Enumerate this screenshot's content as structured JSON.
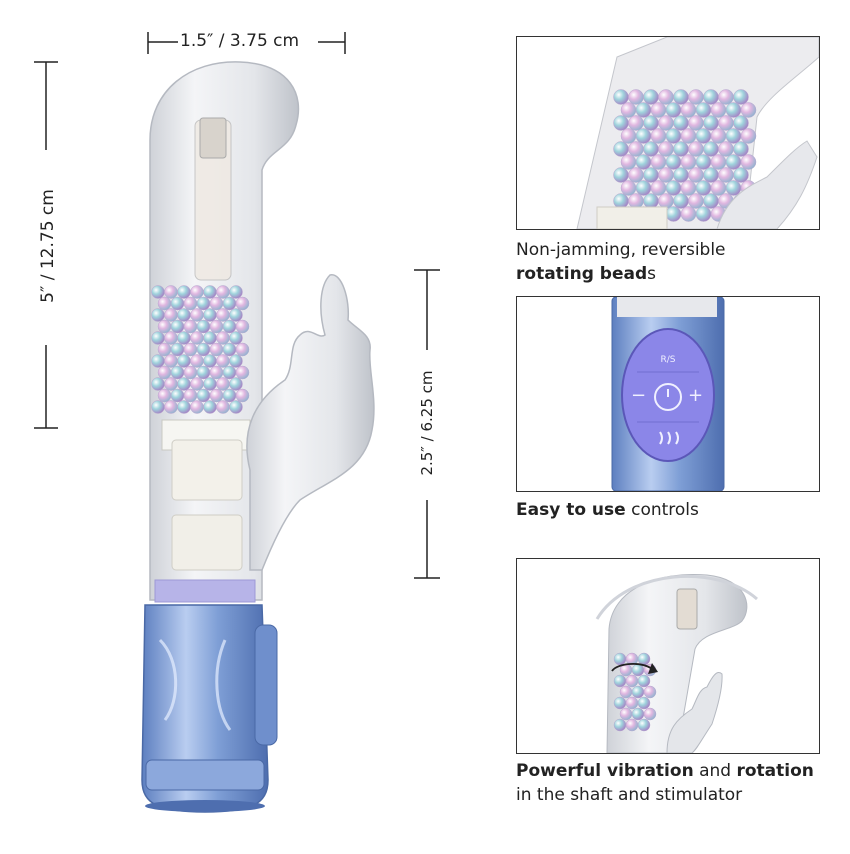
{
  "dimensions": {
    "width_label": "1.5″ / 3.75 cm",
    "length_label": "5″ / 12.75 cm",
    "stimulator_label": "2.5″ / 6.25 cm"
  },
  "features": [
    {
      "caption_line1": "Non-jamming, reversible",
      "caption_bold": "rotating bead",
      "caption_rest": "s"
    },
    {
      "caption_bold": "Easy to use",
      "caption_rest": " controls"
    },
    {
      "caption_bold1": "Powerful vibration",
      "caption_mid": " and ",
      "caption_bold2": "rotation",
      "caption_line2": "in the shaft and stimulator"
    }
  ],
  "controls": {
    "top_button": "R/S",
    "minus": "−",
    "plus": "+"
  },
  "colors": {
    "handle_blue": "#7f9fd6",
    "button_purple": "#8b86e8",
    "bead_pink": "#e0b6e0",
    "bead_teal": "#9fd3dc"
  }
}
